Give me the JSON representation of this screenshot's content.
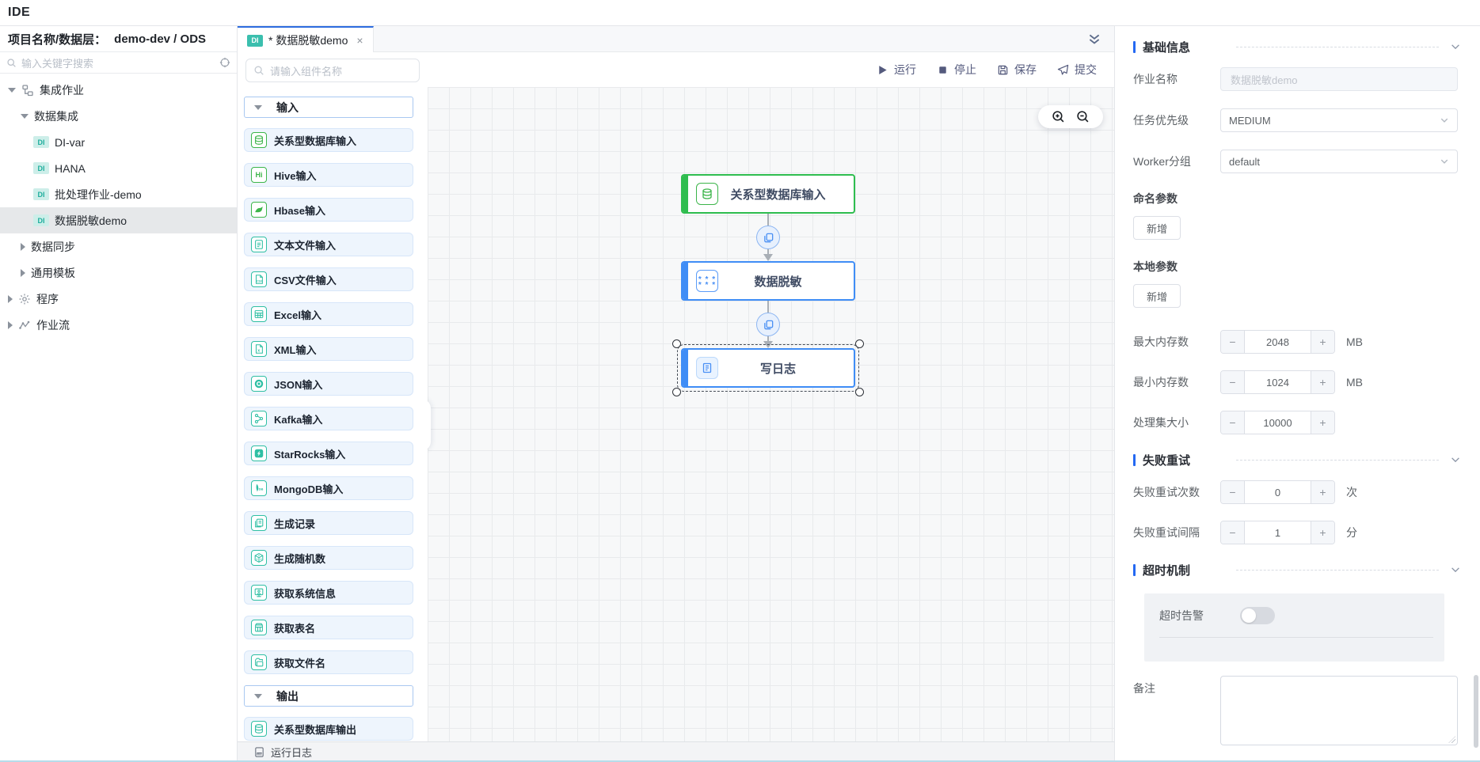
{
  "header": {
    "title": "IDE"
  },
  "sidebar": {
    "project_label": "项目名称/数据层：",
    "project_value": "demo-dev / ODS",
    "search_placeholder": "输入关键字搜索",
    "tree": [
      {
        "label": "集成作业",
        "icon": "integration-jobs-icon"
      },
      {
        "label": "数据集成"
      },
      {
        "label": "DI-var",
        "badge": "DI"
      },
      {
        "label": "HANA",
        "badge": "DI"
      },
      {
        "label": "批处理作业-demo",
        "badge": "DI"
      },
      {
        "label": "数据脱敏demo",
        "badge": "DI",
        "selected": true
      },
      {
        "label": "数据同步"
      },
      {
        "label": "通用模板"
      },
      {
        "label": "程序",
        "icon": "gear-icon"
      },
      {
        "label": "作业流",
        "icon": "workflow-icon"
      }
    ]
  },
  "tabbar": {
    "tab": {
      "badge": "DI",
      "title": "* 数据脱敏demo",
      "close": "×"
    }
  },
  "toolbar": {
    "run": "运行",
    "stop": "停止",
    "save": "保存",
    "submit": "提交"
  },
  "palette": {
    "search_placeholder": "请输入组件名称",
    "groups": [
      {
        "label": "输入",
        "items": [
          {
            "label": "关系型数据库输入",
            "icon": "database-icon"
          },
          {
            "label": "Hive输入",
            "icon": "hive-icon",
            "glyph": "Hi"
          },
          {
            "label": "Hbase输入",
            "icon": "hbase-icon"
          },
          {
            "label": "文本文件输入",
            "icon": "text-file-icon"
          },
          {
            "label": "CSV文件输入",
            "icon": "csv-file-icon",
            "glyph": "csv"
          },
          {
            "label": "Excel输入",
            "icon": "excel-table-icon"
          },
          {
            "label": "XML输入",
            "icon": "xml-file-icon",
            "glyph": "x"
          },
          {
            "label": "JSON输入",
            "icon": "json-icon"
          },
          {
            "label": "Kafka输入",
            "icon": "kafka-icon"
          },
          {
            "label": "StarRocks输入",
            "icon": "starrocks-icon"
          },
          {
            "label": "MongoDB输入",
            "icon": "mongodb-icon",
            "glyph": "DB"
          },
          {
            "label": "生成记录",
            "icon": "generate-records-icon"
          },
          {
            "label": "生成随机数",
            "icon": "dice-icon"
          },
          {
            "label": "获取系统信息",
            "icon": "system-info-icon"
          },
          {
            "label": "获取表名",
            "icon": "table-name-icon"
          },
          {
            "label": "获取文件名",
            "icon": "file-name-icon"
          }
        ]
      },
      {
        "label": "输出",
        "items": [
          {
            "label": "关系型数据库输出",
            "icon": "database-icon"
          }
        ]
      }
    ]
  },
  "canvas": {
    "nodes": [
      {
        "label": "关系型数据库输入",
        "color": "green",
        "icon": "database-icon"
      },
      {
        "label": "数据脱敏",
        "color": "blue",
        "icon": "mask-asterisks-icon"
      },
      {
        "label": "写日志",
        "color": "blue",
        "icon": "write-log-icon",
        "selected": true
      }
    ],
    "colors": {
      "node_green": "#2fbd4f",
      "node_blue": "#3f8df6",
      "accent_blue": "#2d6cdf",
      "teal": "#2fbfa4"
    }
  },
  "inspector": {
    "sections": {
      "basic": "基础信息",
      "retry": "失败重试",
      "timeout": "超时机制"
    },
    "job_name": {
      "label": "作业名称",
      "value": "数据脱敏demo"
    },
    "priority": {
      "label": "任务优先级",
      "value": "MEDIUM"
    },
    "worker_group": {
      "label": "Worker分组",
      "value": "default"
    },
    "named_params": {
      "label": "命名参数",
      "add_label": "新增"
    },
    "local_params": {
      "label": "本地参数",
      "add_label": "新增"
    },
    "max_memory": {
      "label": "最大内存数",
      "value": "2048",
      "unit": "MB"
    },
    "min_memory": {
      "label": "最小内存数",
      "value": "1024",
      "unit": "MB"
    },
    "batch_size": {
      "label": "处理集大小",
      "value": "10000"
    },
    "retry_times": {
      "label": "失败重试次数",
      "value": "0",
      "unit": "次"
    },
    "retry_interval": {
      "label": "失败重试间隔",
      "value": "1",
      "unit": "分"
    },
    "timeout_alarm": {
      "label": "超时告警",
      "state": "off"
    },
    "remark": {
      "label": "备注",
      "value": ""
    },
    "stepper": {
      "minus": "−",
      "plus": "+"
    }
  },
  "statusbar": {
    "log_label": "运行日志"
  }
}
